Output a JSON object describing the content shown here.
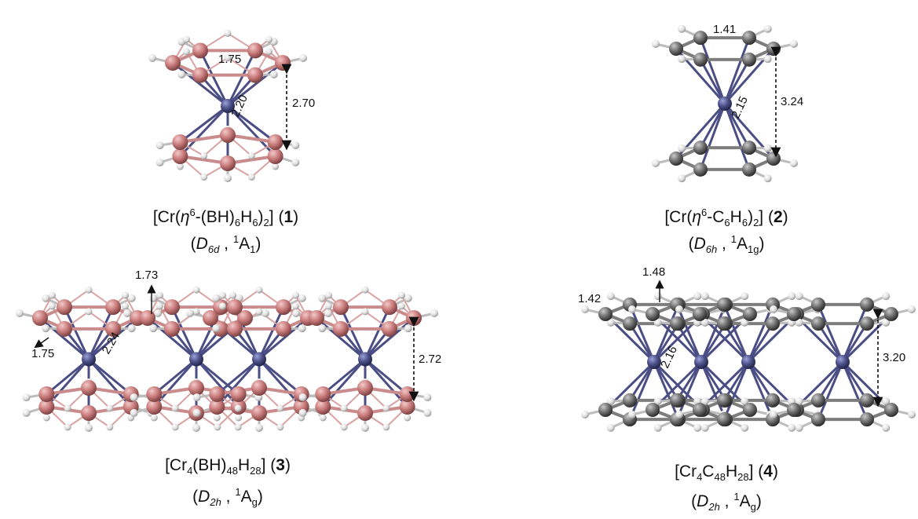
{
  "panels": [
    {
      "id": "1",
      "formula": {
        "prefix": "[Cr(",
        "eta": "η",
        "eta_sup": "6",
        "mid": "-(BH)",
        "sub1": "6",
        "h": "H",
        "sub2": "6",
        "close": ")",
        "sub3": "2",
        "end": "]",
        "label": "1"
      },
      "symmetry": {
        "group": "D",
        "group_sub": "6d",
        "state_sup": "1",
        "state": "A",
        "state_sub": "1"
      },
      "measurements": [
        "1.75",
        "2.20",
        "2.70"
      ]
    },
    {
      "id": "2",
      "formula": {
        "prefix": "[Cr(",
        "eta": "η",
        "eta_sup": "6",
        "mid": "-C",
        "sub1": "6",
        "h": "H",
        "sub2": "6",
        "close": ")",
        "sub3": "2",
        "end": "]",
        "label": "2"
      },
      "symmetry": {
        "group": "D",
        "group_sub": "6h",
        "state_sup": "1",
        "state": "A",
        "state_sub": "1g"
      },
      "measurements": [
        "1.41",
        "2.15",
        "3.24"
      ]
    },
    {
      "id": "3",
      "formula": {
        "prefix": "[Cr",
        "sub0": "4",
        "mid": "(BH)",
        "sub1": "48",
        "h": "H",
        "sub2": "28",
        "end": "]",
        "label": "3"
      },
      "symmetry": {
        "group": "D",
        "group_sub": "2h",
        "state_sup": "1",
        "state": "A",
        "state_sub": "g"
      },
      "measurements": [
        "1.73",
        "1.75",
        "2.24",
        "2.72"
      ]
    },
    {
      "id": "4",
      "formula": {
        "prefix": "[Cr",
        "sub0": "4",
        "mid": "C",
        "sub1": "48",
        "h": "H",
        "sub2": "28",
        "end": "]",
        "label": "4"
      },
      "symmetry": {
        "group": "D",
        "group_sub": "2h",
        "state_sup": "1",
        "state": "A",
        "state_sub": "g"
      },
      "measurements": [
        "1.48",
        "1.42",
        "2.16",
        "3.20"
      ]
    }
  ],
  "colors": {
    "boron": "#c87a7a",
    "carbon": "#6e6e6e",
    "hydrogen": "#e8e8e8",
    "chromium": "#4b4f86",
    "bond_boron": "#c98b8b",
    "bond_carbon": "#7d7d7d",
    "bond_cr": "#4a4e84"
  }
}
